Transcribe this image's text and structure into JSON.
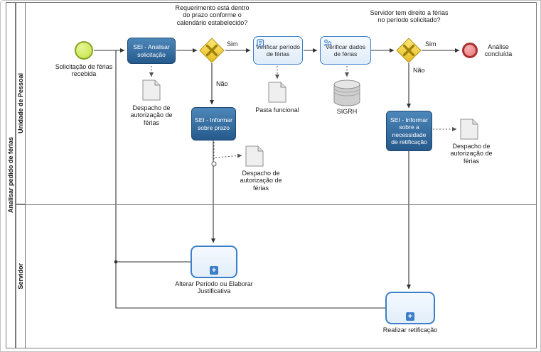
{
  "pool": {
    "title": "Analisar pedido de férias",
    "lanes": [
      {
        "label": "Unidade de Pessoal"
      },
      {
        "label": "Servidor"
      }
    ]
  },
  "events": {
    "start": {
      "label": "Solicitação de férias recebida"
    },
    "end": {
      "label": "Análise concluída"
    }
  },
  "tasks": {
    "analisar_solicitacao": {
      "label": "SEI - Analisar solicitação"
    },
    "verificar_periodo": {
      "label": "Verificar período de férias"
    },
    "verificar_dados": {
      "label": "Verificar dados de férias"
    },
    "informar_prazo": {
      "label": "SEI - Informar sobre prazo"
    },
    "informar_retificacao": {
      "label": "SEI - Informar sobre a necessidade de retificação"
    }
  },
  "gateways": {
    "prazo": {
      "question": "Requerimento está dentro do prazo conforme o calendário estabelecido?",
      "yes_label": "Sim",
      "no_label": "Não"
    },
    "direito": {
      "question": "Servidor tem direito a férias no período solicitado?",
      "yes_label": "Sim",
      "no_label": "Não"
    }
  },
  "subprocesses": {
    "alterar_periodo": {
      "label": "Alterar Período ou Elaborar Justificativa"
    },
    "realizar_retificacao": {
      "label": "Realizar retificação"
    }
  },
  "data_objects": {
    "despacho_autorizacao_1": {
      "label": "Despacho de autorização de férias"
    },
    "pasta_funcional": {
      "label": "Pasta funcional"
    },
    "despacho_autorizacao_2": {
      "label": "Despacho de autorização de férias"
    },
    "despacho_autorizacao_3": {
      "label": "Despacho de autorização de férias"
    }
  },
  "data_stores": {
    "sigrh": {
      "label": "SIGRH"
    }
  },
  "colors": {
    "task_dark_blue": "#2d6a9e",
    "task_light_fill": "#e8f1fb",
    "task_border_blue": "#3d7ec9",
    "gateway_yellow": "#f2cf2a",
    "start_event_green": "#c4e242",
    "end_event_red": "#e67777",
    "lane_border_gray": "#7a7a7a"
  }
}
